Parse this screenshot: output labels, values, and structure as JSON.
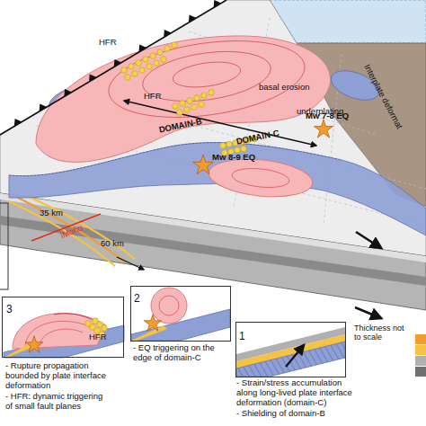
{
  "diagram": {
    "nodes": [
      {
        "text": [
          "3",
          "HFR"
        ]
      },
      {
        "text": [
          "2"
        ]
      },
      {
        "text": [
          "1"
        ]
      }
    ],
    "labels": [
      "basal erosion",
      "underplating",
      "HFR",
      "DOMAIN-B",
      "HFR",
      "Mw 8-9 EQ",
      "DOMAIN-C",
      "Mw 7-8 EQ",
      "Interplate deformat",
      "35 km",
      "iMoho",
      "60 km",
      "Thickness not to scale",
      "- Rupture propagation bounded by plate interface deformation",
      "- HFR: dynamic triggering of small fault planes",
      "- EQ triggering on the edge of domain-C",
      "- Strain/stress accumulation along long-lived plate interface deformation (domain-C)",
      "- Shielding of domain-B"
    ]
  }
}
